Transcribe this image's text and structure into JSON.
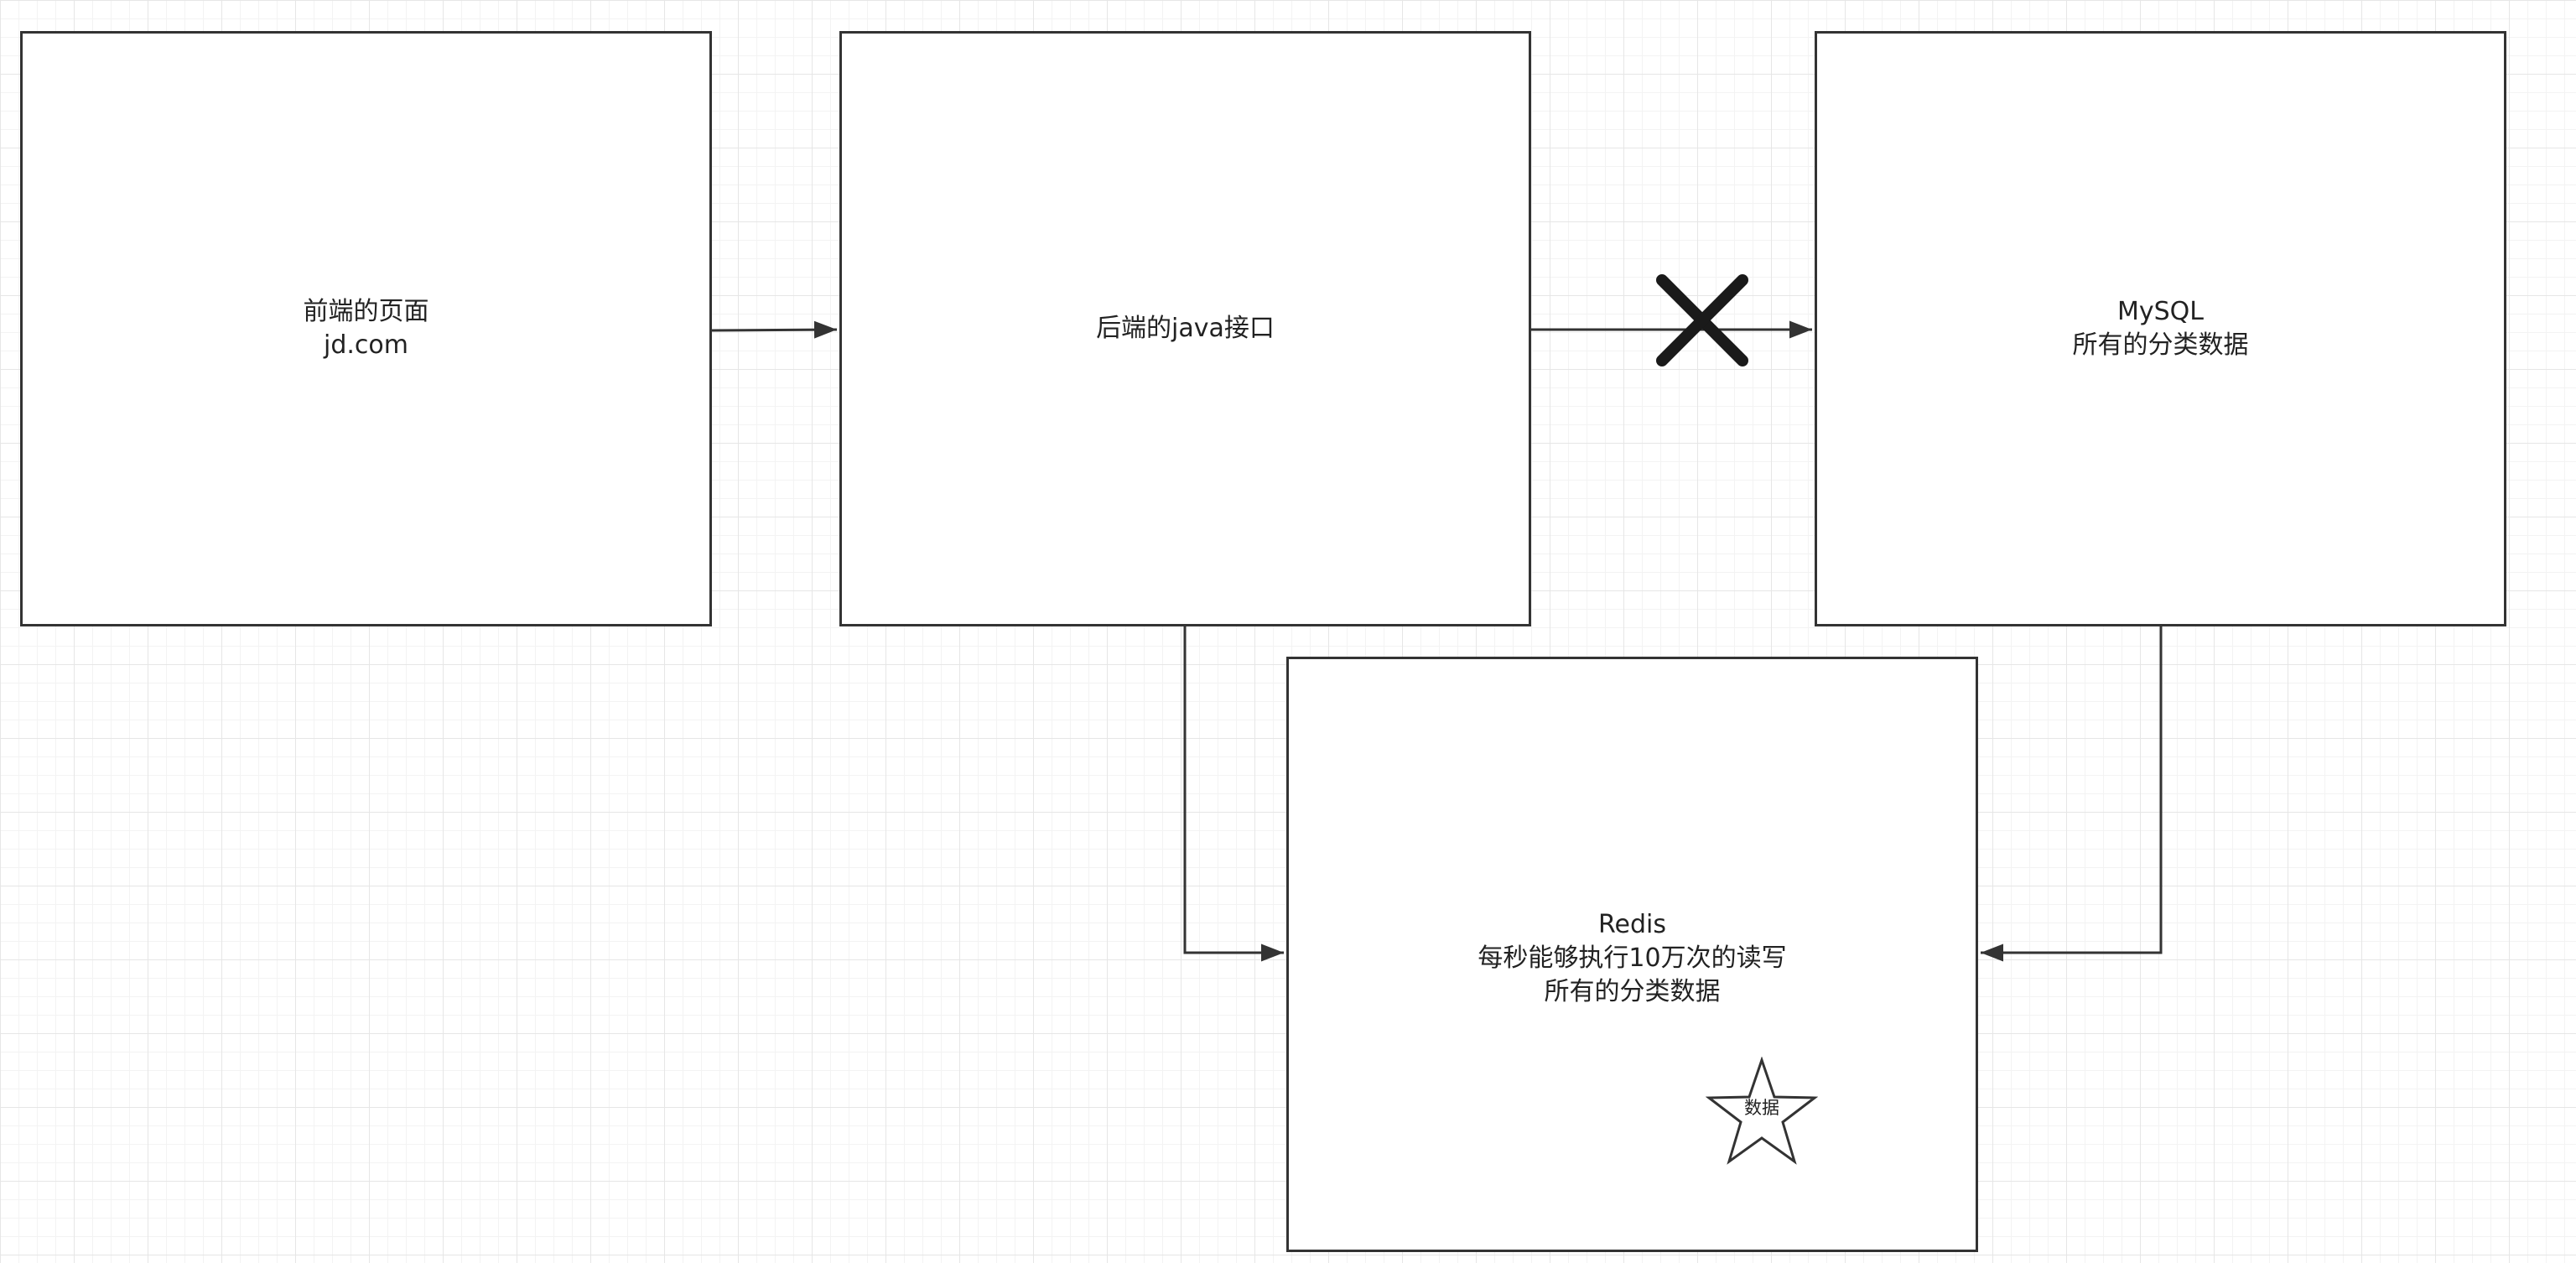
{
  "nodes": {
    "frontend": {
      "lines": [
        "前端的页面",
        "jd.com"
      ]
    },
    "backend": {
      "lines": [
        "后端的java接口"
      ]
    },
    "mysql": {
      "lines": [
        "MySQL",
        "所有的分类数据"
      ]
    },
    "redis": {
      "lines": [
        "Redis",
        "每秒能够执行10万次的读写",
        "所有的分类数据"
      ]
    },
    "star": {
      "label": "数据"
    }
  },
  "edges": [
    {
      "from": "frontend",
      "to": "backend"
    },
    {
      "from": "backend",
      "to": "mysql",
      "blocked": true
    },
    {
      "from": "backend",
      "to": "redis"
    },
    {
      "from": "mysql",
      "to": "redis"
    }
  ],
  "icons": {
    "blocked_mark": "cross-icon",
    "star_shape": "star-icon"
  },
  "colors": {
    "stroke": "#333333",
    "cross": "#1a1a1a",
    "grid": "#e6e6e6"
  }
}
